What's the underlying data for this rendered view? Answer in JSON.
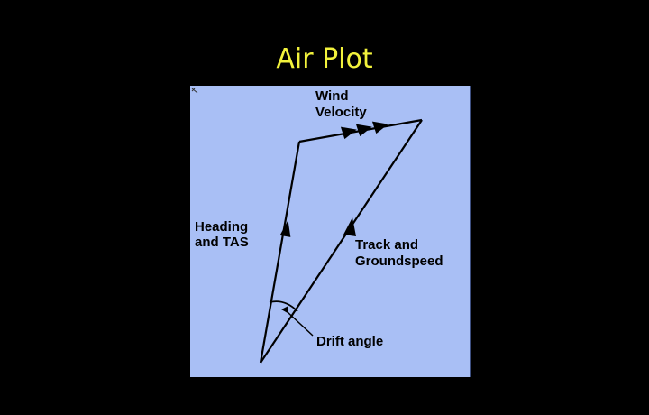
{
  "slide": {
    "title": "Air Plot"
  },
  "diagram": {
    "background_color": "#a9bff5",
    "labels": {
      "wind_line1": "Wind",
      "wind_line2": "Velocity",
      "heading_line1": "Heading",
      "heading_line2": "and TAS",
      "track_line1": "Track and",
      "track_line2": "Groundspeed",
      "drift": "Drift angle"
    },
    "vectors": [
      {
        "name": "heading-and-tas",
        "arrowheads": 1
      },
      {
        "name": "wind-velocity",
        "arrowheads": 3
      },
      {
        "name": "track-and-groundspeed",
        "arrowheads": 1
      }
    ]
  }
}
